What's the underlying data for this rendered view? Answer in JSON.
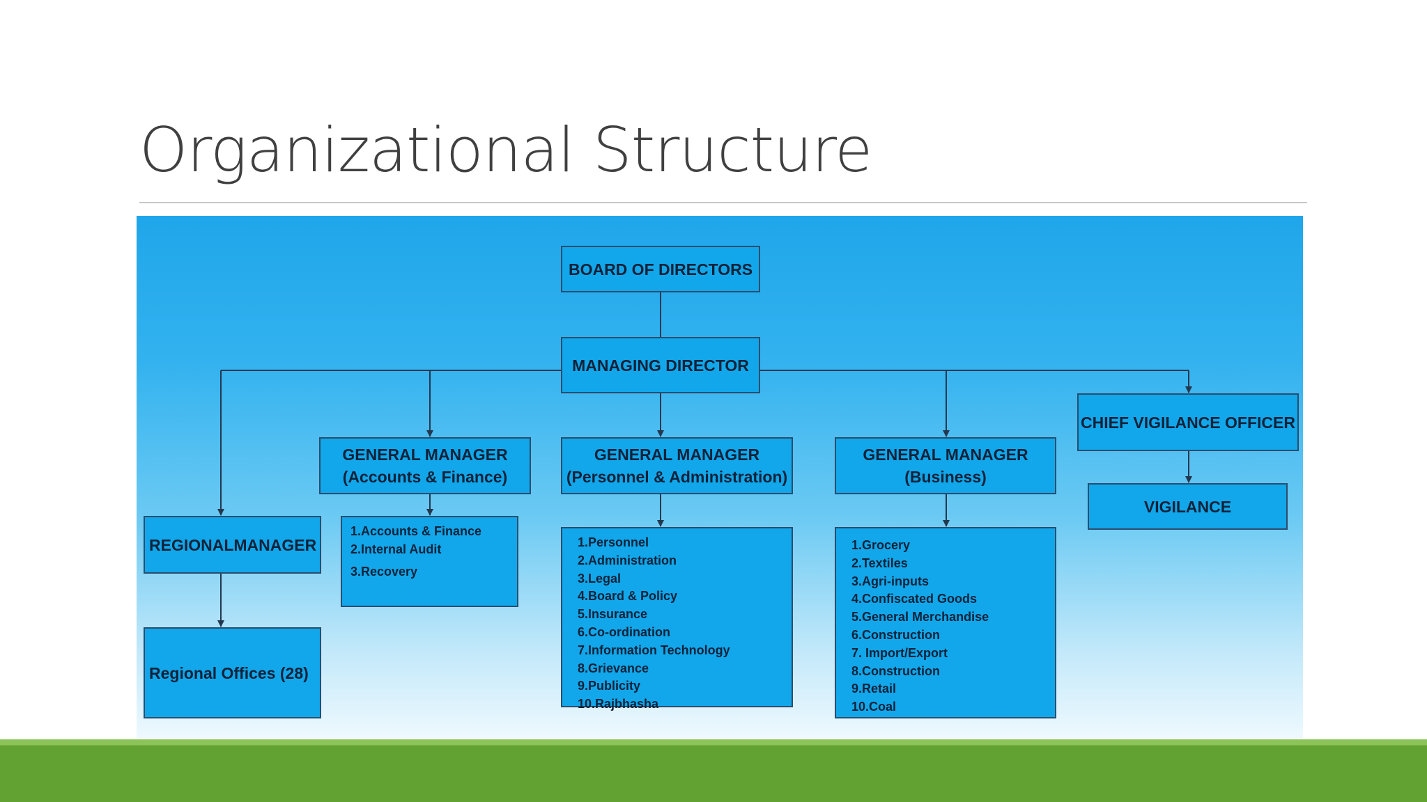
{
  "slide": {
    "title": "Organizational Structure"
  },
  "colors": {
    "title_text": "#404040",
    "box_fill": "#12a7ea",
    "box_border": "#2a4d6e",
    "connector": "#23384f",
    "footer_bar": "#62a232"
  },
  "org_chart": {
    "board": {
      "label": "BOARD OF DIRECTORS"
    },
    "managing_director": {
      "label": "MANAGING DIRECTOR"
    },
    "regional_manager": {
      "label": "REGIONALMANAGER"
    },
    "regional_offices": {
      "label": "Regional Offices (28)"
    },
    "gm_accounts": {
      "line1": "GENERAL MANAGER",
      "line2": "(Accounts & Finance)",
      "items": [
        "1.Accounts & Finance",
        "2.Internal Audit",
        "3.Recovery"
      ]
    },
    "gm_personnel": {
      "line1": "GENERAL MANAGER",
      "line2": "(Personnel & Administration)",
      "items": [
        "1.Personnel",
        "2.Administration",
        "3.Legal",
        "4.Board & Policy",
        "5.Insurance",
        "6.Co-ordination",
        "7.Information Technology",
        "8.Grievance",
        "9.Publicity",
        "10.Rajbhasha"
      ]
    },
    "gm_business": {
      "line1": "GENERAL MANAGER",
      "line2": "(Business)",
      "items": [
        "1.Grocery",
        "2.Textiles",
        "3.Agri-inputs",
        "4.Confiscated Goods",
        "5.General Merchandise",
        "6.Construction",
        "7. Import/Export",
        "8.Construction",
        "9.Retail",
        "10.Coal"
      ]
    },
    "chief_vigilance": {
      "label": "CHIEF VIGILANCE OFFICER"
    },
    "vigilance": {
      "label": "VIGILANCE"
    }
  }
}
